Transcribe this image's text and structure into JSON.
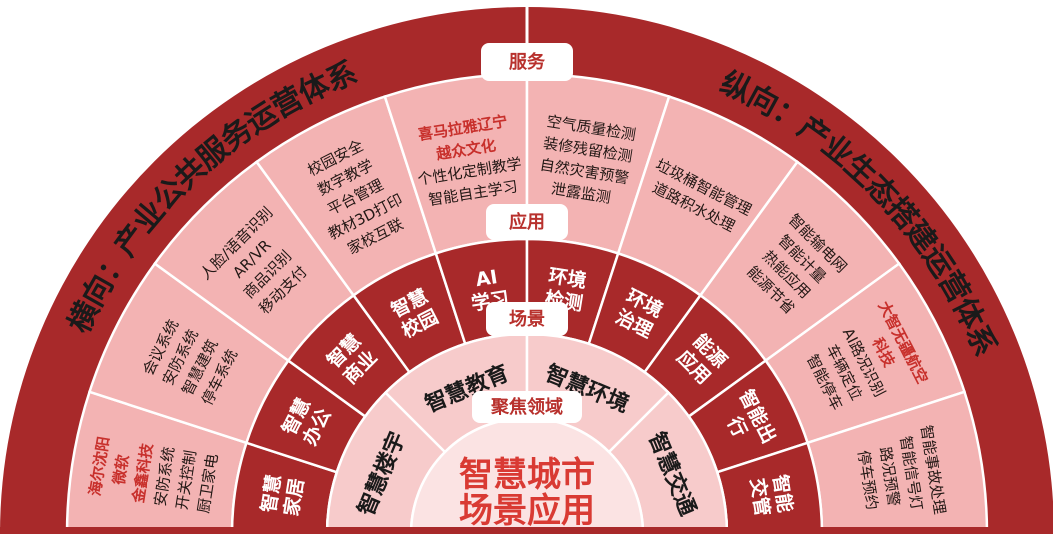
{
  "colors": {
    "outer_ring": "#a8292a",
    "service_ring": "#f3b3b3",
    "app_ring": "#a8292a",
    "scene_ring": "#f7cbcb",
    "core": "#fbe3e3",
    "accent_text": "#c8302c",
    "divider": "#ffffff"
  },
  "titles": {
    "left": "横向：产业公共服务运营体系",
    "right": "纵向：产业生态搭建运营体系"
  },
  "ring_labels": {
    "service": "服务",
    "application": "应用",
    "scene": "场景",
    "focus": "聚焦领域"
  },
  "center": {
    "line1": "智慧城市",
    "line2": "场景应用"
  },
  "scenes": [
    "智慧楼宇",
    "智慧教育",
    "智慧环境",
    "智慧交通"
  ],
  "segments": [
    {
      "app": [
        "智慧",
        "家居"
      ],
      "items": [
        {
          "t": "海尔沈阳",
          "hl": true
        },
        {
          "t": "微软",
          "hl": true
        },
        {
          "t": "金鑫科技",
          "hl": true
        },
        {
          "t": "安防系统"
        },
        {
          "t": "开关控制"
        },
        {
          "t": "厨卫家电"
        }
      ]
    },
    {
      "app": [
        "智慧",
        "办公"
      ],
      "items": [
        {
          "t": "会议系统"
        },
        {
          "t": "安防系统"
        },
        {
          "t": "智慧建筑"
        },
        {
          "t": "停车系统"
        }
      ]
    },
    {
      "app": [
        "智慧",
        "商业"
      ],
      "items": [
        {
          "t": "人脸/语音识别"
        },
        {
          "t": "AR/VR"
        },
        {
          "t": "商品识别"
        },
        {
          "t": "移动支付"
        }
      ]
    },
    {
      "app": [
        "智慧",
        "校园"
      ],
      "items": [
        {
          "t": "校园安全"
        },
        {
          "t": "数字教学"
        },
        {
          "t": "平台管理"
        },
        {
          "t": "教材3D打印"
        },
        {
          "t": "家校互联"
        }
      ]
    },
    {
      "app": [
        "AI",
        "学习"
      ],
      "items": [
        {
          "t": "喜马拉雅辽宁",
          "hl": true
        },
        {
          "t": "越众文化",
          "hl": true
        },
        {
          "t": "个性化定制教学"
        },
        {
          "t": "智能自主学习"
        }
      ]
    },
    {
      "app": [
        "环境",
        "检测"
      ],
      "items": [
        {
          "t": "空气质量检测"
        },
        {
          "t": "装修残留检测"
        },
        {
          "t": "自然灾害预警"
        },
        {
          "t": "泄露监测"
        }
      ]
    },
    {
      "app": [
        "环境",
        "治理"
      ],
      "items": [
        {
          "t": "垃圾桶智能管理"
        },
        {
          "t": "道路积水处理"
        }
      ]
    },
    {
      "app": [
        "能源",
        "应用"
      ],
      "items": [
        {
          "t": "智能输电网"
        },
        {
          "t": "智能计量"
        },
        {
          "t": "热能应用"
        },
        {
          "t": "能源节省"
        }
      ]
    },
    {
      "app": [
        "智能出",
        "行"
      ],
      "items": [
        {
          "t": "大智无疆航空",
          "hl": true
        },
        {
          "t": "科技",
          "hl": true
        },
        {
          "t": "AI路况识别"
        },
        {
          "t": "车辆定位"
        },
        {
          "t": "智能停车"
        }
      ]
    },
    {
      "app": [
        "智能",
        "交管"
      ],
      "items": [
        {
          "t": "智能事故处理"
        },
        {
          "t": "智能信号灯"
        },
        {
          "t": "路况预警"
        },
        {
          "t": "停车预约"
        }
      ]
    }
  ]
}
